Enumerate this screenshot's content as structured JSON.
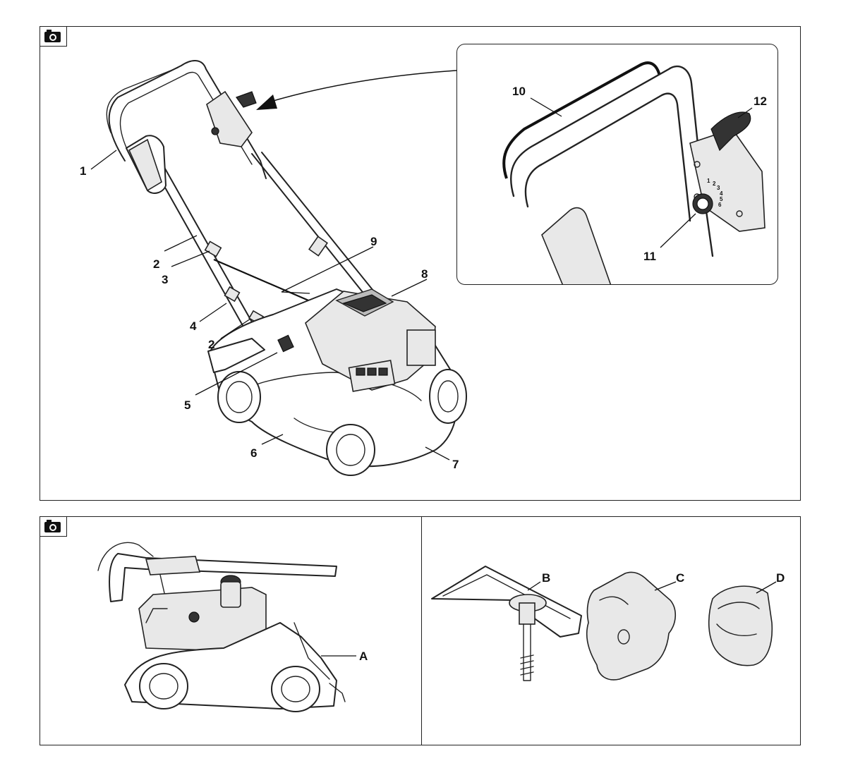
{
  "figure1": {
    "labels": {
      "l1": "1",
      "l2a": "2",
      "l3": "3",
      "l4": "4",
      "l2b": "2",
      "l5": "5",
      "l6": "6",
      "l7": "7",
      "l8": "8",
      "l9": "9",
      "l10": "10",
      "l11": "11",
      "l12": "12"
    },
    "dial_marks": [
      "1",
      "2",
      "3",
      "4",
      "5",
      "6"
    ]
  },
  "figure2": {
    "labels": {
      "A": "A"
    }
  },
  "figure3": {
    "labels": {
      "B": "B",
      "C": "C",
      "D": "D"
    }
  },
  "icons": {
    "camera": "camera-icon"
  }
}
